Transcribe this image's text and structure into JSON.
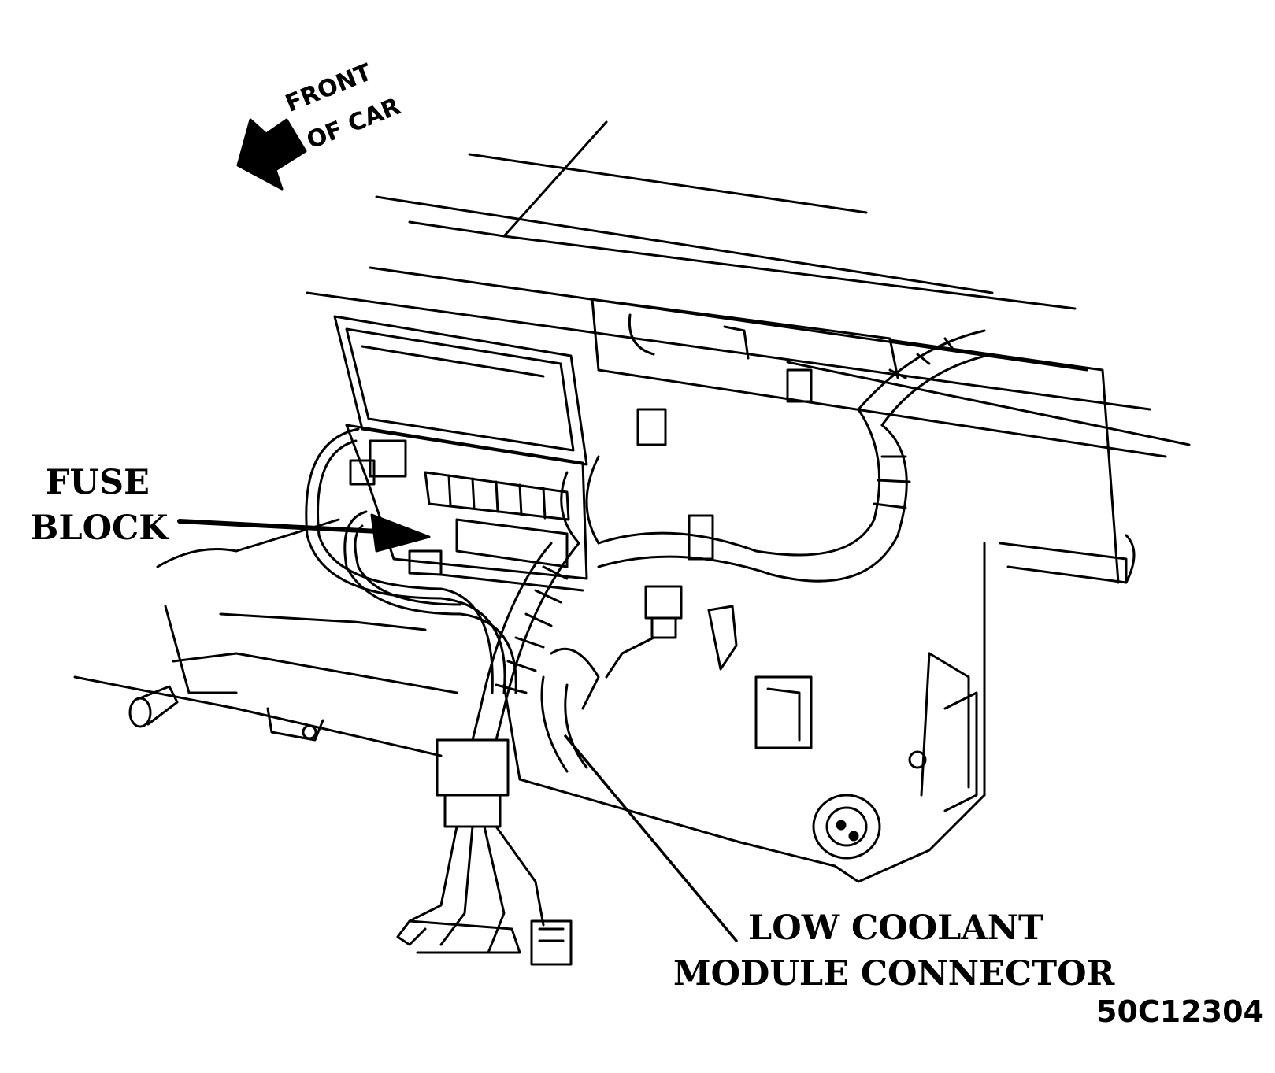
{
  "labels": {
    "front_line1": "FRONT",
    "front_line2": "OF CAR",
    "fuse_line1": "FUSE",
    "fuse_line2": "BLOCK",
    "coolant_line1": "LOW COOLANT",
    "coolant_line2": "MODULE CONNECTOR",
    "figure_code": "50C12304"
  },
  "colors": {
    "ink": "#000000",
    "paper": "#ffffff"
  }
}
